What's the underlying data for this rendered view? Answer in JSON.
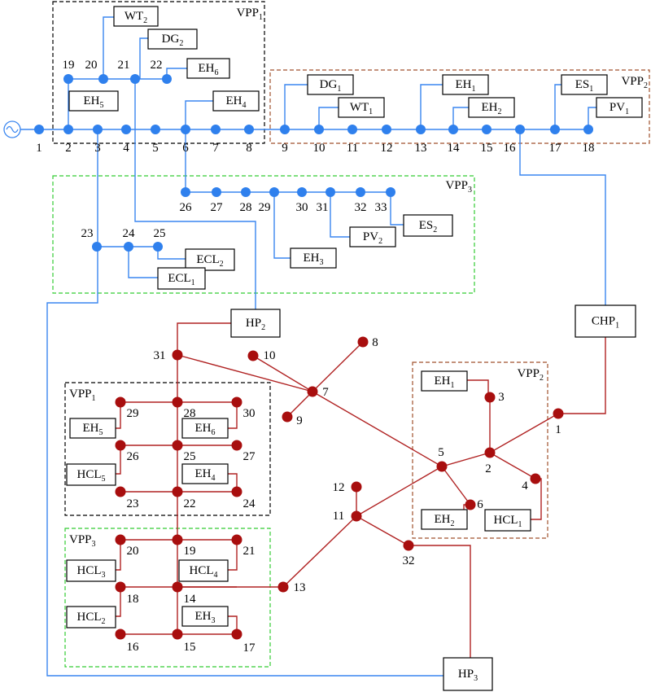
{
  "source_symbol": "ac-source-icon",
  "colors": {
    "electric": "#3a86f0",
    "heat": "#b02222",
    "vpp1": "#000000",
    "vpp2": "#a0522d",
    "vpp3": "#33cc33"
  },
  "vpp_labels": {
    "elec_vpp1": {
      "base": "VPP",
      "sub": "1"
    },
    "elec_vpp2": {
      "base": "VPP",
      "sub": "2"
    },
    "elec_vpp3": {
      "base": "VPP",
      "sub": "3"
    },
    "heat_vpp1": {
      "base": "VPP",
      "sub": "1"
    },
    "heat_vpp2": {
      "base": "VPP",
      "sub": "2"
    },
    "heat_vpp3": {
      "base": "VPP",
      "sub": "3"
    }
  },
  "electric_node_labels": [
    "1",
    "2",
    "3",
    "4",
    "5",
    "6",
    "7",
    "8",
    "9",
    "10",
    "11",
    "12",
    "13",
    "14",
    "15",
    "16",
    "17",
    "18",
    "19",
    "20",
    "21",
    "22",
    "23",
    "24",
    "25",
    "26",
    "27",
    "28",
    "29",
    "30",
    "31",
    "32",
    "33"
  ],
  "heat_node_labels": [
    "1",
    "2",
    "3",
    "4",
    "5",
    "6",
    "7",
    "8",
    "9",
    "10",
    "11",
    "12",
    "13",
    "14",
    "15",
    "16",
    "17",
    "18",
    "19",
    "20",
    "21",
    "22",
    "23",
    "24",
    "25",
    "26",
    "27",
    "28",
    "29",
    "30",
    "31",
    "32"
  ],
  "devices": {
    "wt2": {
      "base": "WT",
      "sub": "2"
    },
    "dg2": {
      "base": "DG",
      "sub": "2"
    },
    "eh6_e": {
      "base": "EH",
      "sub": "6"
    },
    "eh5_e": {
      "base": "EH",
      "sub": "5"
    },
    "eh4_e": {
      "base": "EH",
      "sub": "4"
    },
    "dg1": {
      "base": "DG",
      "sub": "1"
    },
    "wt1": {
      "base": "WT",
      "sub": "1"
    },
    "eh1_e": {
      "base": "EH",
      "sub": "1"
    },
    "eh2_e": {
      "base": "EH",
      "sub": "2"
    },
    "es1": {
      "base": "ES",
      "sub": "1"
    },
    "pv1": {
      "base": "PV",
      "sub": "1"
    },
    "es2": {
      "base": "ES",
      "sub": "2"
    },
    "pv2": {
      "base": "PV",
      "sub": "2"
    },
    "eh3_e": {
      "base": "EH",
      "sub": "3"
    },
    "ecl2": {
      "base": "ECL",
      "sub": "2"
    },
    "ecl1": {
      "base": "ECL",
      "sub": "1"
    },
    "hp2": {
      "base": "HP",
      "sub": "2"
    },
    "chp1": {
      "base": "CHP",
      "sub": "1"
    },
    "hp3": {
      "base": "HP",
      "sub": "3"
    },
    "eh1_h": {
      "base": "EH",
      "sub": "1"
    },
    "eh2_h": {
      "base": "EH",
      "sub": "2"
    },
    "hcl1": {
      "base": "HCL",
      "sub": "1"
    },
    "eh5_h": {
      "base": "EH",
      "sub": "5"
    },
    "eh6_h": {
      "base": "EH",
      "sub": "6"
    },
    "hcl5": {
      "base": "HCL",
      "sub": "5"
    },
    "eh4_h": {
      "base": "EH",
      "sub": "4"
    },
    "hcl3": {
      "base": "HCL",
      "sub": "3"
    },
    "hcl4": {
      "base": "HCL",
      "sub": "4"
    },
    "hcl2": {
      "base": "HCL",
      "sub": "2"
    },
    "eh3_h": {
      "base": "EH",
      "sub": "3"
    }
  }
}
